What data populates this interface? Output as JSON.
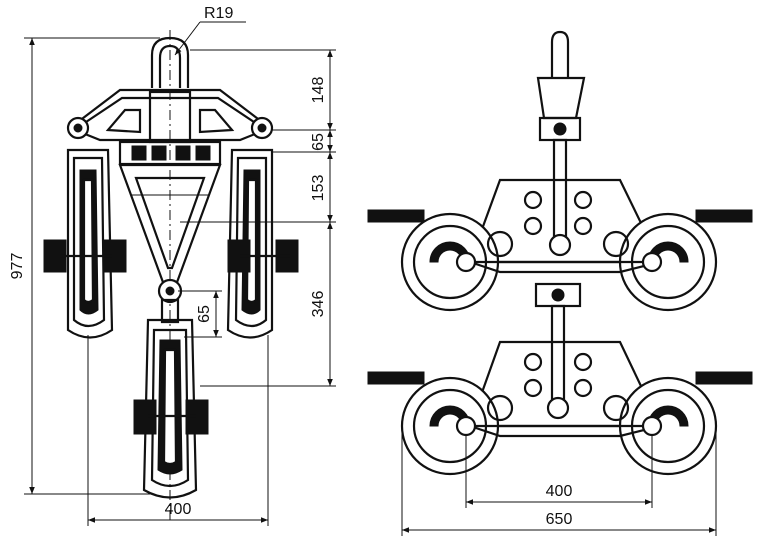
{
  "front_view": {
    "radius_label": "R19",
    "height_total": "977",
    "height_148": "148",
    "height_65_top": "65",
    "height_153": "153",
    "height_346": "346",
    "gap_65": "65",
    "width_400": "400"
  },
  "side_view": {
    "width_400": "400",
    "width_650": "650"
  }
}
